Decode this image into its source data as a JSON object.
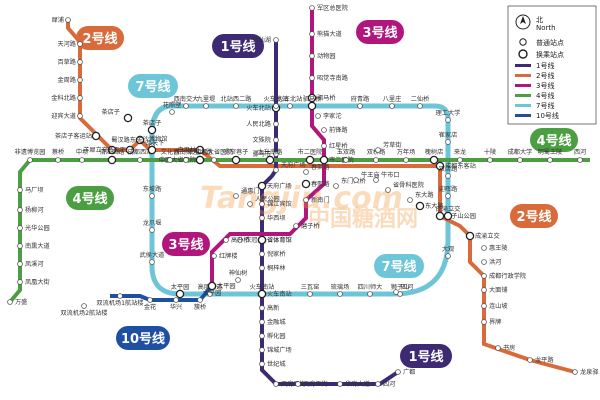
{
  "map": {
    "colors": {
      "line1": "#3d2a73",
      "line2": "#d96a3a",
      "line3": "#b1167c",
      "line4": "#4c9e43",
      "line7": "#6dc5d8",
      "line10": "#1e4fa3",
      "station_fill": "#ffffff",
      "transfer_fill": "#ffffff"
    },
    "badges": {
      "line1_top": "1号线",
      "line1_bottom": "1号线",
      "line2_left": "2号线",
      "line2_right": "2号线",
      "line3_top": "3号线",
      "line3_mid": "3号线",
      "line4_left": "4号线",
      "line4_right": "4号线",
      "line7_top": "7号线",
      "line7_bottom": "7号线",
      "line10": "10号线"
    },
    "legend": {
      "north": "北",
      "north_sub": "North",
      "normal_station": "普通站点",
      "transfer_station": "换乘站点",
      "line1": "1号线",
      "line2": "2号线",
      "line3": "3号线",
      "line4": "4号线",
      "line7": "7号线",
      "line10": "10号线"
    },
    "watermark": {
      "brand": "Tangjiu.com",
      "cn": "中国糖酒网"
    },
    "stations": {
      "line2_west": [
        "犀浦",
        "天河路",
        "百草路",
        "金周路",
        "金科北路",
        "迎宾大道",
        "茶店子客运站",
        "羊犀立交",
        "一品天下",
        "蜀汉路东",
        "白果林",
        "中医大省医院"
      ],
      "line2_north_ring": [
        "茶店子"
      ],
      "line2_east": [
        "成都东客站",
        "塔子山公园",
        "东大路",
        "成渝立交",
        "惠王陵",
        "洪河",
        "成都行政学院",
        "大面铺",
        "连山坡",
        "界牌",
        "书房",
        "龙平路",
        "龙泉驿"
      ],
      "line3_north": [
        "军区总医院",
        "熊猫大道",
        "动物园",
        "昭觉寺南路",
        "驷马桥"
      ],
      "line3_middle": [
        "李家沱",
        "前锋路",
        "红星桥",
        "市二医院",
        "春熙路",
        "新南门",
        "磨子桥",
        "省体育馆",
        "衣冠庙",
        "高升桥",
        "红牌楼",
        "太平园"
      ],
      "line1_north": [
        "升仙湖",
        "火车北站",
        "人民北路",
        "文殊院",
        "骡马市"
      ],
      "line1_south": [
        "天府广场",
        "锦江宾馆",
        "华西坝",
        "省体育馆",
        "倪家桥",
        "桐梓林",
        "火车南站",
        "高新",
        "金融城",
        "孵化园",
        "锦城广场",
        "世纪城",
        "天府三街",
        "天府五街",
        "华府大道",
        "四河",
        "广都"
      ],
      "line4_main": [
        "非遗博览园",
        "蔡桥",
        "中坝",
        "清江西路",
        "成都西站",
        "文化宫",
        "西南财大",
        "草堂北路",
        "中医大省医院",
        "宽窄巷子",
        "太升南路",
        "市二医院",
        "玉双路",
        "双桥路",
        "万年场",
        "槐树店",
        "来龙",
        "十陵",
        "成都大学",
        "明蜀王陵",
        "西河"
      ],
      "line4_west_branch": [
        "万盛",
        "凤凰大街",
        "凤溪河",
        "南熏大道",
        "光华公园",
        "杨柳河",
        "马厂坝"
      ],
      "line7_ring": [
        "北站西二路",
        "九里堤",
        "西南交大",
        "花照壁",
        "茶店子",
        "金沙博物馆",
        "一品天下",
        "东坡路",
        "龙爪堰",
        "武侯大道",
        "太平园",
        "高朋大道",
        "神仙树",
        "火车南站",
        "三瓦窑",
        "琉璃场",
        "四川师大",
        "狮子山",
        "大观",
        "成渝立交",
        "迎晖路",
        "双店路",
        "崔家店",
        "理工大学",
        "二仙桥",
        "八里庄",
        "府青路",
        "驷马桥",
        "火车北站",
        "火车北站"
      ],
      "line10": [
        "太平园",
        "簇桥",
        "华兴",
        "金花",
        "双流机场1航站楼",
        "双流机场2航站楼"
      ],
      "center_misc": [
        "天府广场",
        "通惠门",
        "人民公园",
        "春熙路",
        "东门大桥",
        "牛王庙",
        "牛市口",
        "省骨科医院",
        "东大路",
        "芳草街",
        "四河"
      ]
    }
  }
}
